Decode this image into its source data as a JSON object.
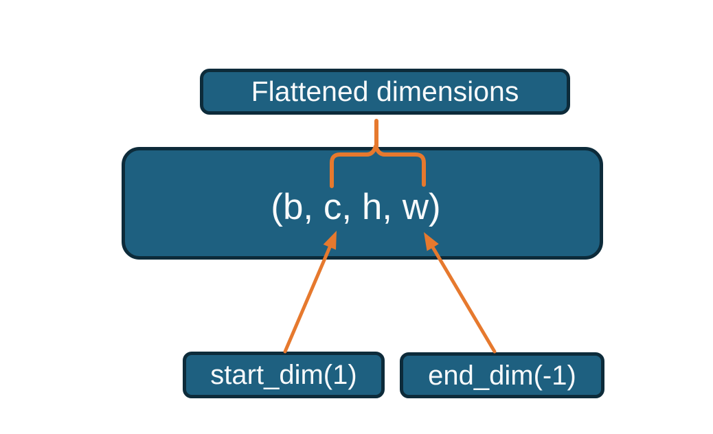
{
  "colors": {
    "background": "#ffffff",
    "node_fill": "#1e6080",
    "node_border": "#0d2b3a",
    "connector_orange": "#e6792e",
    "node_text": "#f8fafb"
  },
  "nodes": {
    "flattened": {
      "label": "Flattened dimensions"
    },
    "tuple": {
      "label": "(b, c, h, w)"
    },
    "start_dim": {
      "label": "start_dim(1)"
    },
    "end_dim": {
      "label": "end_dim(-1)"
    }
  },
  "connectors": {
    "brace": {
      "type": "curly-brace",
      "from": "flattened",
      "to": "tuple"
    },
    "start_arrow": {
      "type": "arrow",
      "from": "start_dim",
      "to": "tuple"
    },
    "end_arrow": {
      "type": "arrow",
      "from": "end_dim",
      "to": "tuple"
    }
  }
}
